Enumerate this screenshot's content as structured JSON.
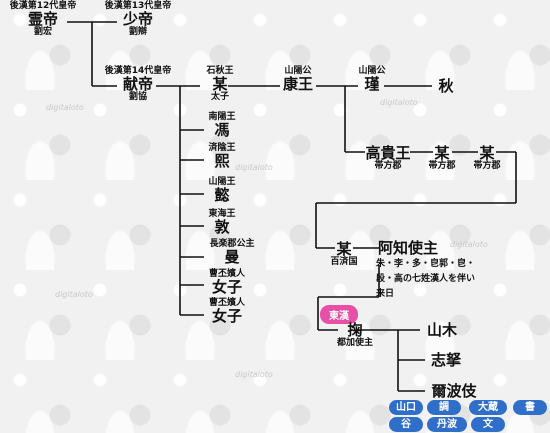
{
  "watermark": "digitaloto",
  "people": {
    "lingdi": {
      "title": "後漢第12代皇帝",
      "name": "霊帝",
      "sub": "劉宏"
    },
    "shaodi": {
      "title": "後漢第13代皇帝",
      "name": "少帝",
      "sub": "劉辯"
    },
    "xiandi": {
      "title": "後漢第14代皇帝",
      "name": "献帝",
      "sub": "劉協"
    },
    "mou1": {
      "title": "石秋王",
      "name": "某",
      "sub": "太子"
    },
    "kangwang": {
      "title": "山陽公",
      "name": "康王"
    },
    "jin": {
      "title": "山陽公",
      "name": "瑾"
    },
    "qiu": {
      "name": "秋"
    },
    "feng": {
      "title": "南陽王",
      "name": "馮"
    },
    "xi": {
      "title": "済陰王",
      "name": "熙"
    },
    "yi": {
      "title": "山陽王",
      "name": "懿"
    },
    "dun": {
      "title": "東海王",
      "name": "敦"
    },
    "man": {
      "title": "長楽郡公主",
      "name": "曼"
    },
    "nvzi1": {
      "title": "曹丕嬪人",
      "name": "女子"
    },
    "nvzi2": {
      "title": "曹丕嬪人",
      "name": "女子"
    },
    "gaogui": {
      "name": "高貴王",
      "sub": "帯方郡"
    },
    "mou2": {
      "name": "某",
      "sub": "帯方郡"
    },
    "mou3": {
      "name": "某",
      "sub": "帯方郡"
    },
    "mou4": {
      "name": "某",
      "sub": "百済国"
    },
    "azhi": {
      "name": "阿知使主",
      "note1": "朱・李・多・皀郭・皀・",
      "note2": "段・高の七姓漢人を伴い",
      "note3": "来日"
    },
    "jiu": {
      "name": "掬",
      "sub": "都加使主"
    },
    "shanmu": {
      "name": "山木"
    },
    "zhiru": {
      "name": "志拏"
    },
    "erboji": {
      "name": "爾波伎"
    }
  },
  "badge_donghan": "東漢",
  "clan_buttons": [
    "山口",
    "調",
    "大蔵",
    "書",
    "谷",
    "丹波",
    "文"
  ],
  "colors": {
    "badge": "#e84fa6",
    "button": "#2f6fc9",
    "line": "#111111"
  }
}
